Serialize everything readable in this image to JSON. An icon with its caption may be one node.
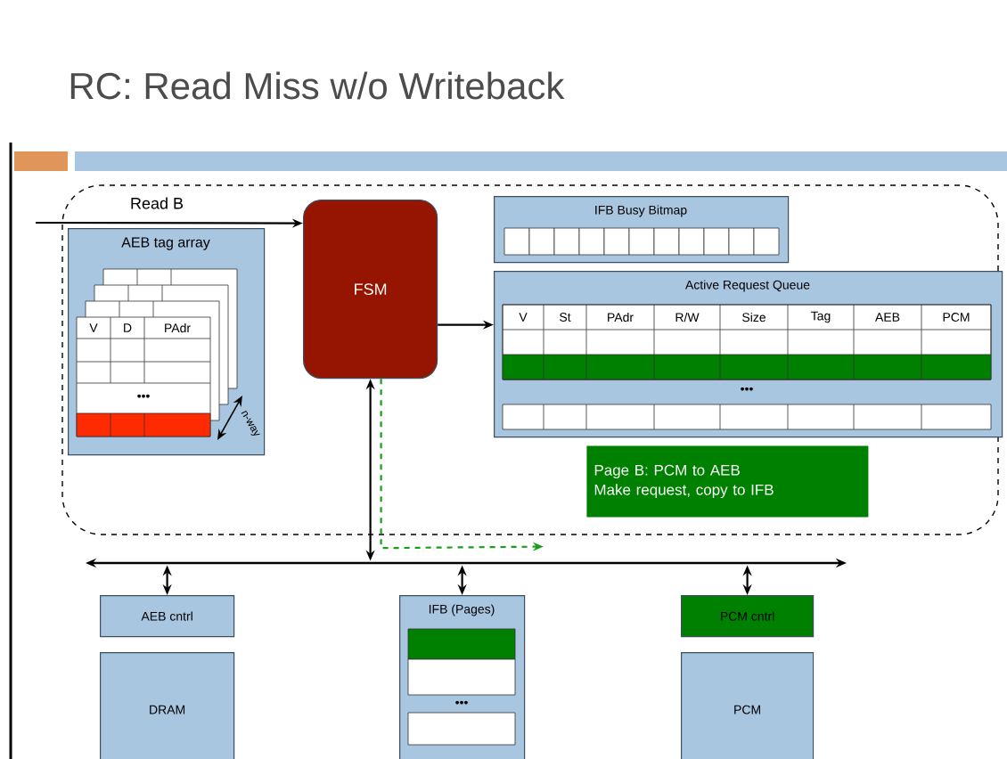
{
  "diagram": {
    "title": "RC: Read Miss w/o Writeback",
    "nodes": [
      {
        "text": [
          "AEB tag array"
        ]
      },
      {
        "text": [
          "FSM"
        ]
      },
      {
        "text": [
          "IFB Busy Bitmap"
        ]
      },
      {
        "text": [
          "Active Request Queue"
        ]
      },
      {
        "text": [
          "Page B: PCM to AEB",
          "Make request, copy to IFB"
        ]
      },
      {
        "text": [],
        "shape": "bar"
      },
      {
        "text": [
          "AEB cntrl"
        ]
      },
      {
        "text": [
          "IFB (Pages)"
        ]
      },
      {
        "text": [
          "PCM cntrl"
        ]
      },
      {
        "text": [
          "DRAM"
        ]
      },
      {
        "text": [
          "PCM"
        ]
      }
    ],
    "edges": [
      {
        "from": null,
        "to": 1,
        "arrow": "to",
        "label": "Read B"
      },
      {
        "from": 1,
        "to": 3,
        "arrow": "to"
      },
      {
        "from": 1,
        "to": 5,
        "arrow": "both"
      },
      {
        "from": 1,
        "to": 5,
        "arrow": "to",
        "style": "dashed",
        "color": "#1a9e1a"
      },
      {
        "from": 5,
        "to": 6,
        "arrow": "both"
      },
      {
        "from": 5,
        "to": 7,
        "arrow": "both"
      },
      {
        "from": 5,
        "to": 8,
        "arrow": "both"
      }
    ],
    "labels": [
      "V",
      "D",
      "PAdr",
      "•••",
      "n-way",
      "V",
      "St",
      "PAdr",
      "R/W",
      "Size",
      "Tag",
      "AEB",
      "PCM",
      "•••",
      "•••"
    ]
  }
}
